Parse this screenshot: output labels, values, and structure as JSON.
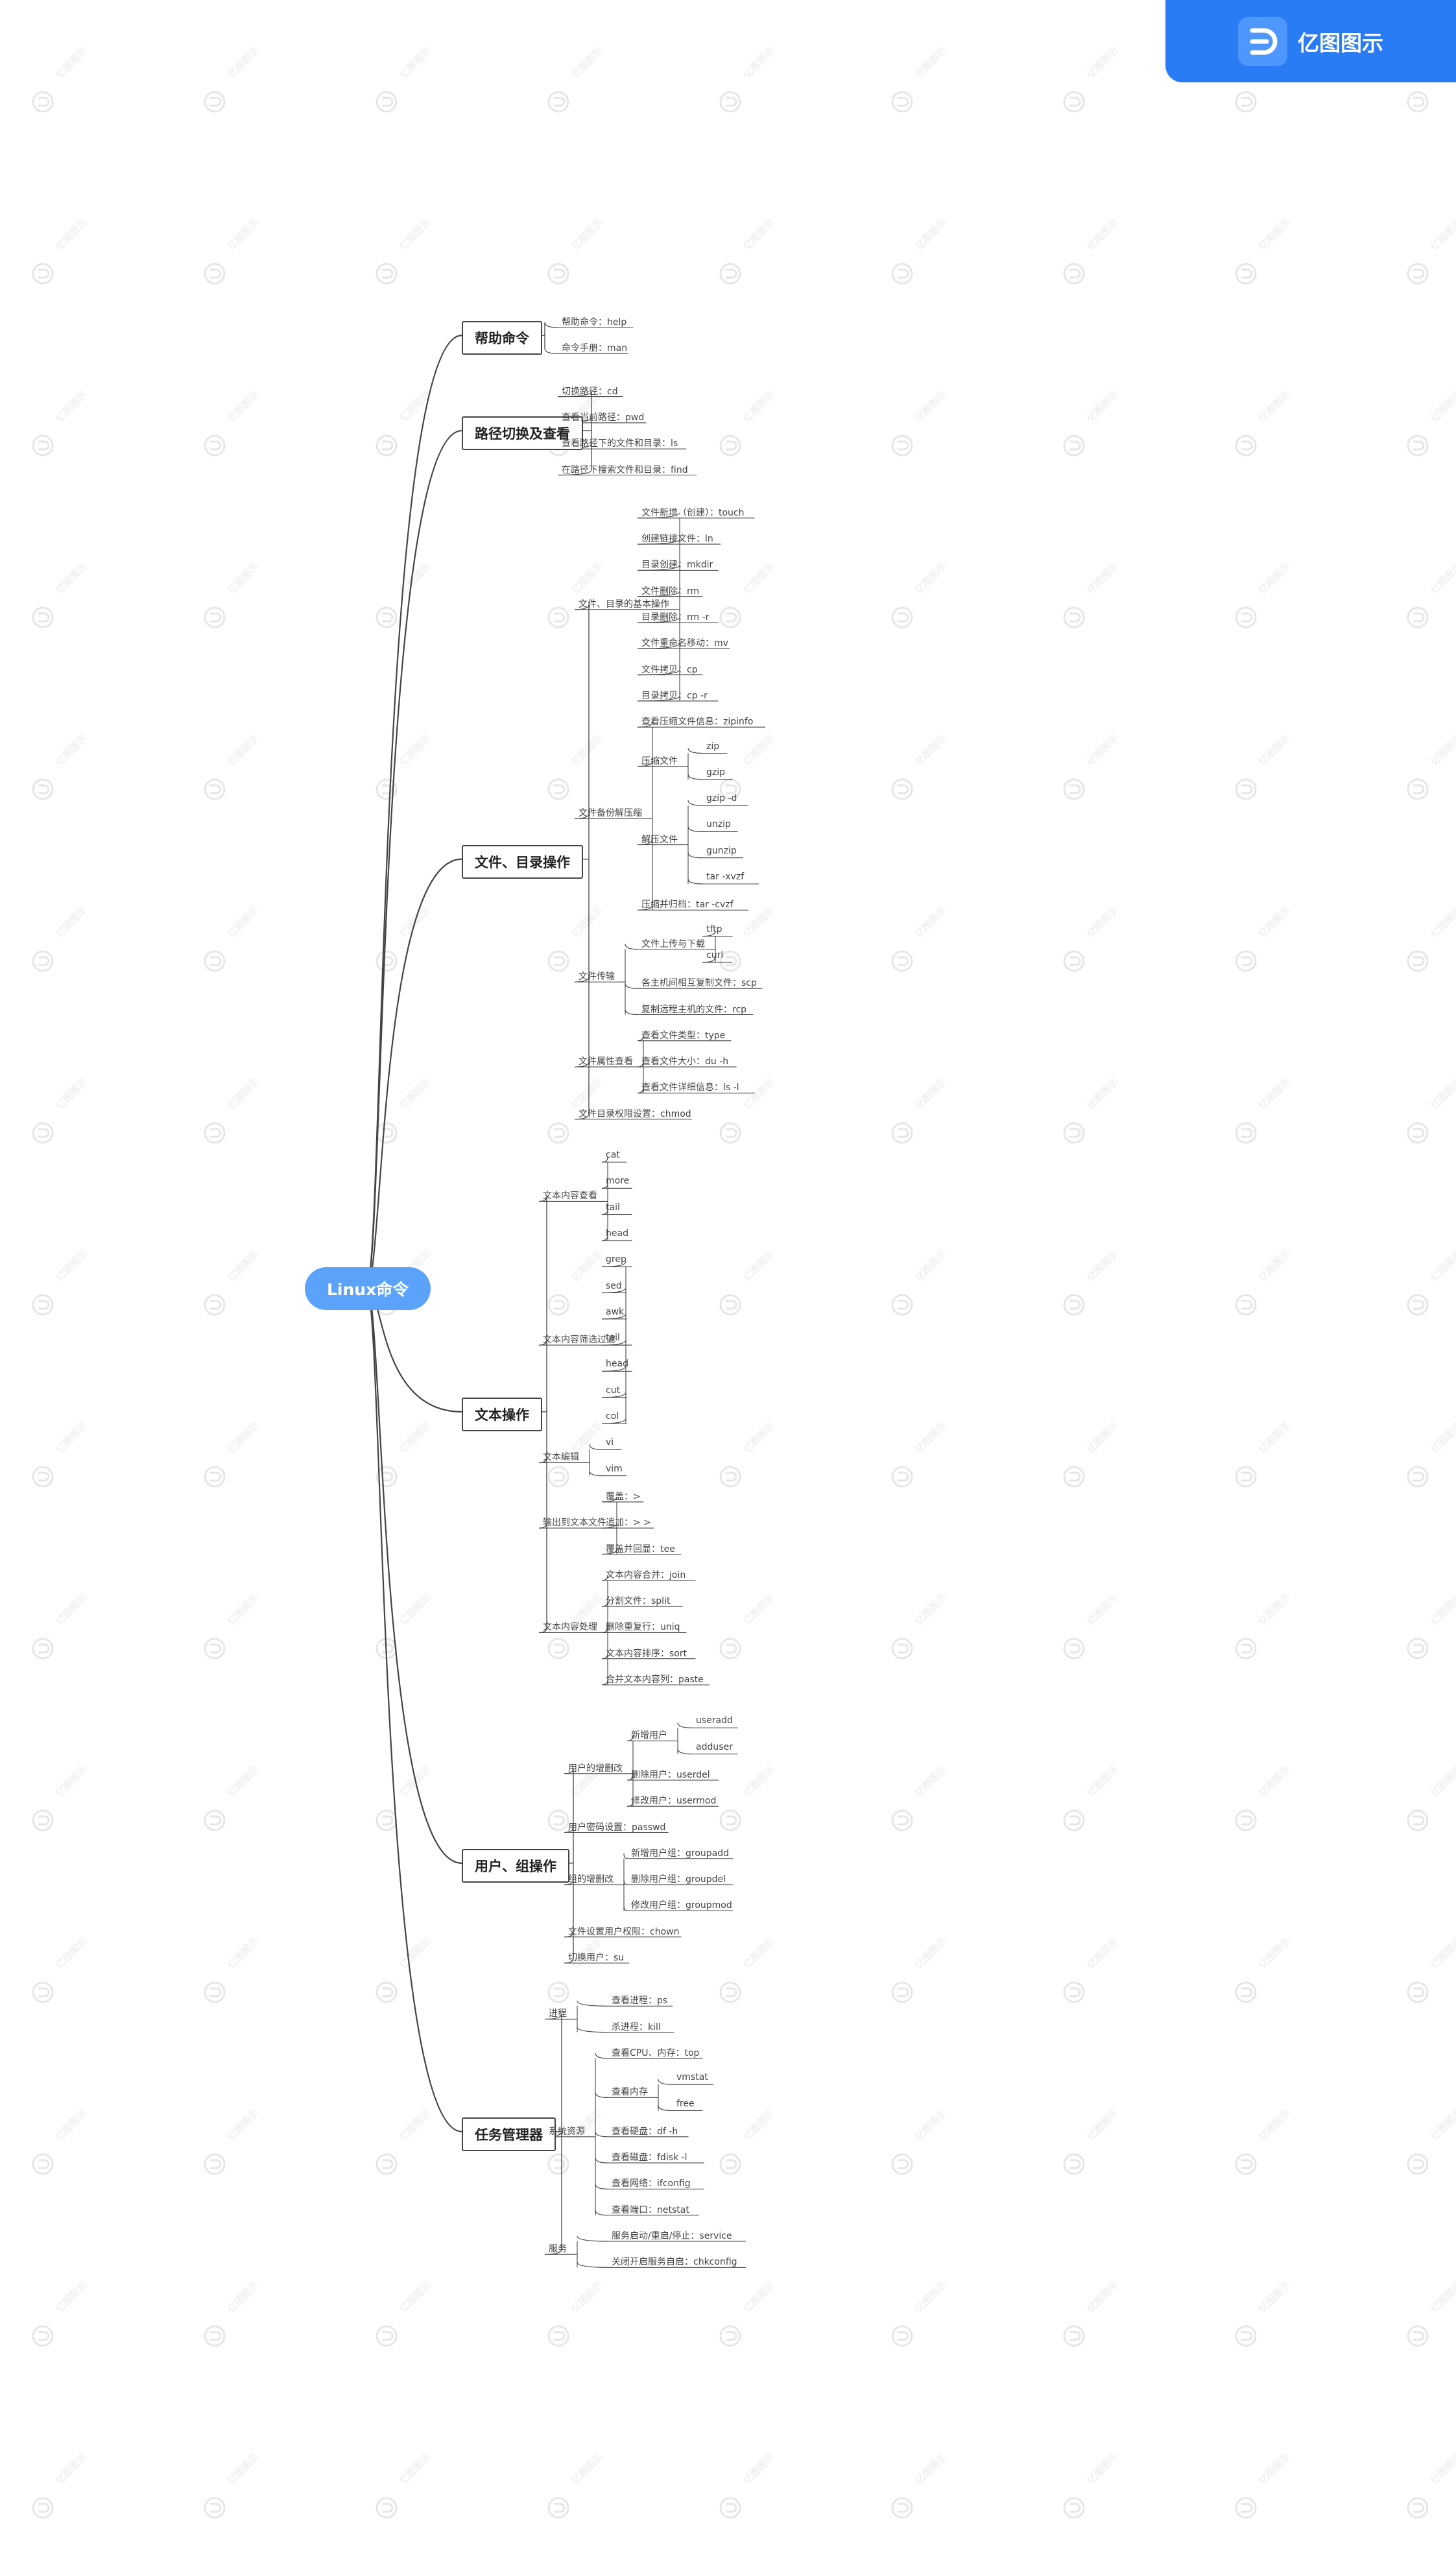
{
  "brand": {
    "name": "亿图图示",
    "watermark": "亿图图示",
    "logo_icon": "edraw-logo-icon"
  },
  "colors": {
    "root_fill": "#5aa2fa",
    "brand_blue": "#2a7cf4",
    "line": "#444444"
  },
  "mindmap": {
    "root": "Linux命令",
    "branches": [
      {
        "label": "帮助命令",
        "children": [
          {
            "label": "帮助命令：help"
          },
          {
            "label": "命令手册：man"
          }
        ]
      },
      {
        "label": "路径切换及查看",
        "children": [
          {
            "label": "切换路径：cd"
          },
          {
            "label": "查看当前路径：pwd"
          },
          {
            "label": "查看路径下的文件和目录：ls"
          },
          {
            "label": "在路径下搜索文件和目录：find"
          }
        ]
      },
      {
        "label": "文件、目录操作",
        "children": [
          {
            "label": "文件、目录的基本操作",
            "children": [
              {
                "label": "文件新增（创建）：touch"
              },
              {
                "label": "创建链接文件：ln"
              },
              {
                "label": "目录创建：mkdir"
              },
              {
                "label": "文件删除：rm"
              },
              {
                "label": "目录删除：rm -r"
              },
              {
                "label": "文件重命名移动：mv"
              },
              {
                "label": "文件拷贝：cp"
              },
              {
                "label": "目录拷贝：cp -r"
              }
            ]
          },
          {
            "label": "文件备份解压缩",
            "children": [
              {
                "label": "查看压缩文件信息：zipinfo"
              },
              {
                "label": "压缩文件",
                "children": [
                  {
                    "label": "zip"
                  },
                  {
                    "label": "gzip"
                  }
                ]
              },
              {
                "label": "解压文件",
                "children": [
                  {
                    "label": "gzip -d"
                  },
                  {
                    "label": "unzip"
                  },
                  {
                    "label": "gunzip"
                  },
                  {
                    "label": "tar -xvzf"
                  }
                ]
              },
              {
                "label": "压缩并归档：tar -cvzf"
              }
            ]
          },
          {
            "label": "文件传输",
            "children": [
              {
                "label": "文件上传与下载",
                "children": [
                  {
                    "label": "tftp"
                  },
                  {
                    "label": "curl"
                  }
                ]
              },
              {
                "label": "各主机间相互复制文件：scp"
              },
              {
                "label": "复制远程主机的文件：rcp"
              }
            ]
          },
          {
            "label": "文件属性查看",
            "children": [
              {
                "label": "查看文件类型：type"
              },
              {
                "label": "查看文件大小：du -h"
              },
              {
                "label": "查看文件详细信息：ls -l"
              }
            ]
          },
          {
            "label": "文件目录权限设置：chmod"
          }
        ]
      },
      {
        "label": "文本操作",
        "children": [
          {
            "label": "文本内容查看",
            "children": [
              {
                "label": "cat"
              },
              {
                "label": "more"
              },
              {
                "label": "tail"
              },
              {
                "label": "head"
              }
            ]
          },
          {
            "label": "文本内容筛选过滤",
            "children": [
              {
                "label": "grep"
              },
              {
                "label": "sed"
              },
              {
                "label": "awk"
              },
              {
                "label": "tail"
              },
              {
                "label": "head"
              },
              {
                "label": "cut"
              },
              {
                "label": "col"
              }
            ]
          },
          {
            "label": "文本编辑",
            "children": [
              {
                "label": "vi"
              },
              {
                "label": "vim"
              }
            ]
          },
          {
            "label": "输出到文本文件",
            "children": [
              {
                "label": "覆盖：>"
              },
              {
                "label": "追加：> >"
              },
              {
                "label": "覆盖并回显：tee"
              }
            ]
          },
          {
            "label": "文本内容处理",
            "children": [
              {
                "label": "文本内容合并：join"
              },
              {
                "label": "分割文件：split"
              },
              {
                "label": "删除重复行：uniq"
              },
              {
                "label": "文本内容排序：sort"
              },
              {
                "label": "合并文本内容列：paste"
              }
            ]
          }
        ]
      },
      {
        "label": "用户、组操作",
        "children": [
          {
            "label": "用户的增删改",
            "children": [
              {
                "label": "新增用户",
                "children": [
                  {
                    "label": "useradd"
                  },
                  {
                    "label": "adduser"
                  }
                ]
              },
              {
                "label": "删除用户：userdel"
              },
              {
                "label": "修改用户：usermod"
              }
            ]
          },
          {
            "label": "用户密码设置：passwd"
          },
          {
            "label": "组的增删改",
            "children": [
              {
                "label": "新增用户组：groupadd"
              },
              {
                "label": "删除用户组：groupdel"
              },
              {
                "label": "修改用户组：groupmod"
              }
            ]
          },
          {
            "label": "文件设置用户权限：chown"
          },
          {
            "label": "切换用户：su"
          }
        ]
      },
      {
        "label": "任务管理器",
        "children": [
          {
            "label": "进程",
            "children": [
              {
                "label": "查看进程：ps"
              },
              {
                "label": "杀进程：kill"
              }
            ]
          },
          {
            "label": "系统资源",
            "children": [
              {
                "label": "查看CPU、内存：top"
              },
              {
                "label": "查看内存",
                "children": [
                  {
                    "label": "vmstat"
                  },
                  {
                    "label": "free"
                  }
                ]
              },
              {
                "label": "查看硬盘：df -h"
              },
              {
                "label": "查看磁盘：fdisk -l"
              },
              {
                "label": "查看网络：ifconfig"
              },
              {
                "label": "查看端口：netstat"
              }
            ]
          },
          {
            "label": "服务",
            "children": [
              {
                "label": "服务启动/重启/停止：service"
              },
              {
                "label": "关闭开启服务自启：chkconfig"
              }
            ]
          }
        ]
      }
    ]
  }
}
